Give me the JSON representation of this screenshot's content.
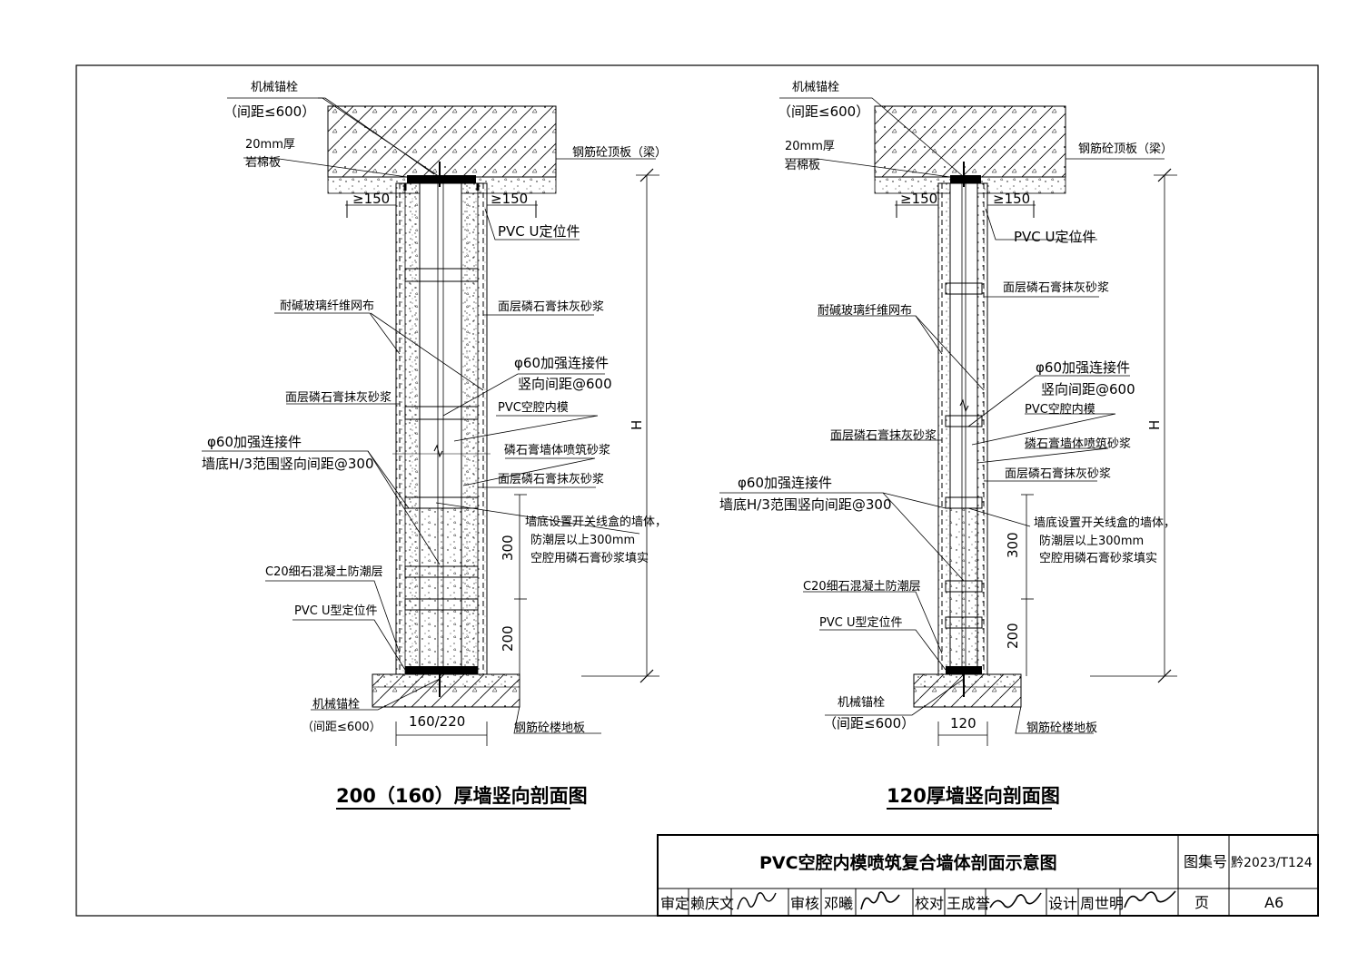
{
  "left_detail": {
    "title": "200（160）厚墙竖向剖面图",
    "labels": {
      "anchor_top": "机械锚栓",
      "anchor_top_spacing": "（间距≤600）",
      "rockwool_1": "20mm厚",
      "rockwool_2": "岩棉板",
      "slab_top": "钢筋砼顶板（梁）",
      "min150_left": "≥150",
      "min150_right": "≥150",
      "pvc_u_top": "PVC U定位件",
      "mesh": "耐碱玻璃纤维网布",
      "plaster_right_top": "面层磷石膏抹灰砂浆",
      "connector_1": "φ60加强连接件",
      "connector_2": "竖向间距@600",
      "pvc_core": "PVC空腔内模",
      "plaster_left": "面层磷石膏抹灰砂浆",
      "connector_low_1": "φ60加强连接件",
      "connector_low_2": "墙底H/3范围竖向间距@300",
      "spray_mortar": "磷石膏墙体喷筑砂浆",
      "plaster_right_low": "面层磷石膏抹灰砂浆",
      "switch_note_1": "墙底设置开关线盒的墙体，",
      "switch_note_2": "防潮层以上300mm",
      "switch_note_3": "空腔用磷石膏砂浆填实",
      "c20": "C20细石混凝土防潮层",
      "pvc_u_bottom": "PVC U型定位件",
      "anchor_bottom": "机械锚栓",
      "anchor_bottom_spacing": "（间距≤600）",
      "slab_bottom": "钢筋砼楼地板",
      "dim_300": "300",
      "dim_200": "200",
      "dim_h": "H",
      "dim_width": "160/220"
    }
  },
  "right_detail": {
    "title": "120厚墙竖向剖面图",
    "labels": {
      "anchor_top": "机械锚栓",
      "anchor_top_spacing": "（间距≤600）",
      "rockwool_1": "20mm厚",
      "rockwool_2": "岩棉板",
      "slab_top": "钢筋砼顶板（梁）",
      "min150_left": "≥150",
      "min150_right": "≥150",
      "pvc_u_top": "PVC U定位件",
      "plaster_right_top": "面层磷石膏抹灰砂浆",
      "mesh": "耐碱玻璃纤维网布",
      "connector_1": "φ60加强连接件",
      "connector_2": "竖向间距@600",
      "pvc_core": "PVC空腔内模",
      "plaster_left": "面层磷石膏抹灰砂浆",
      "spray_mortar": "磷石膏墙体喷筑砂浆",
      "plaster_right_low": "面层磷石膏抹灰砂浆",
      "connector_low_1": "φ60加强连接件",
      "connector_low_2": "墙底H/3范围竖向间距@300",
      "switch_note_1": "墙底设置开关线盒的墙体，",
      "switch_note_2": "防潮层以上300mm",
      "switch_note_3": "空腔用磷石膏砂浆填实",
      "c20": "C20细石混凝土防潮层",
      "pvc_u_bottom": "PVC U型定位件",
      "anchor_bottom": "机械锚栓",
      "anchor_bottom_spacing": "（间距≤600）",
      "slab_bottom": "钢筋砼楼地板",
      "dim_300": "300",
      "dim_200": "200",
      "dim_h": "H",
      "dim_width": "120"
    }
  },
  "title_block": {
    "drawing_title": "PVC空腔内模喷筑复合墙体剖面示意图",
    "atlas_label": "图集号",
    "atlas_no": "黔2023/T124",
    "page_label": "页",
    "page_no": "A6",
    "approve_label": "审定",
    "approve_name": "赖庆文",
    "review_label": "审核",
    "review_name": "邓曦",
    "check_label": "校对",
    "check_name": "王成誉",
    "design_label": "设计",
    "design_name": "周世明"
  }
}
